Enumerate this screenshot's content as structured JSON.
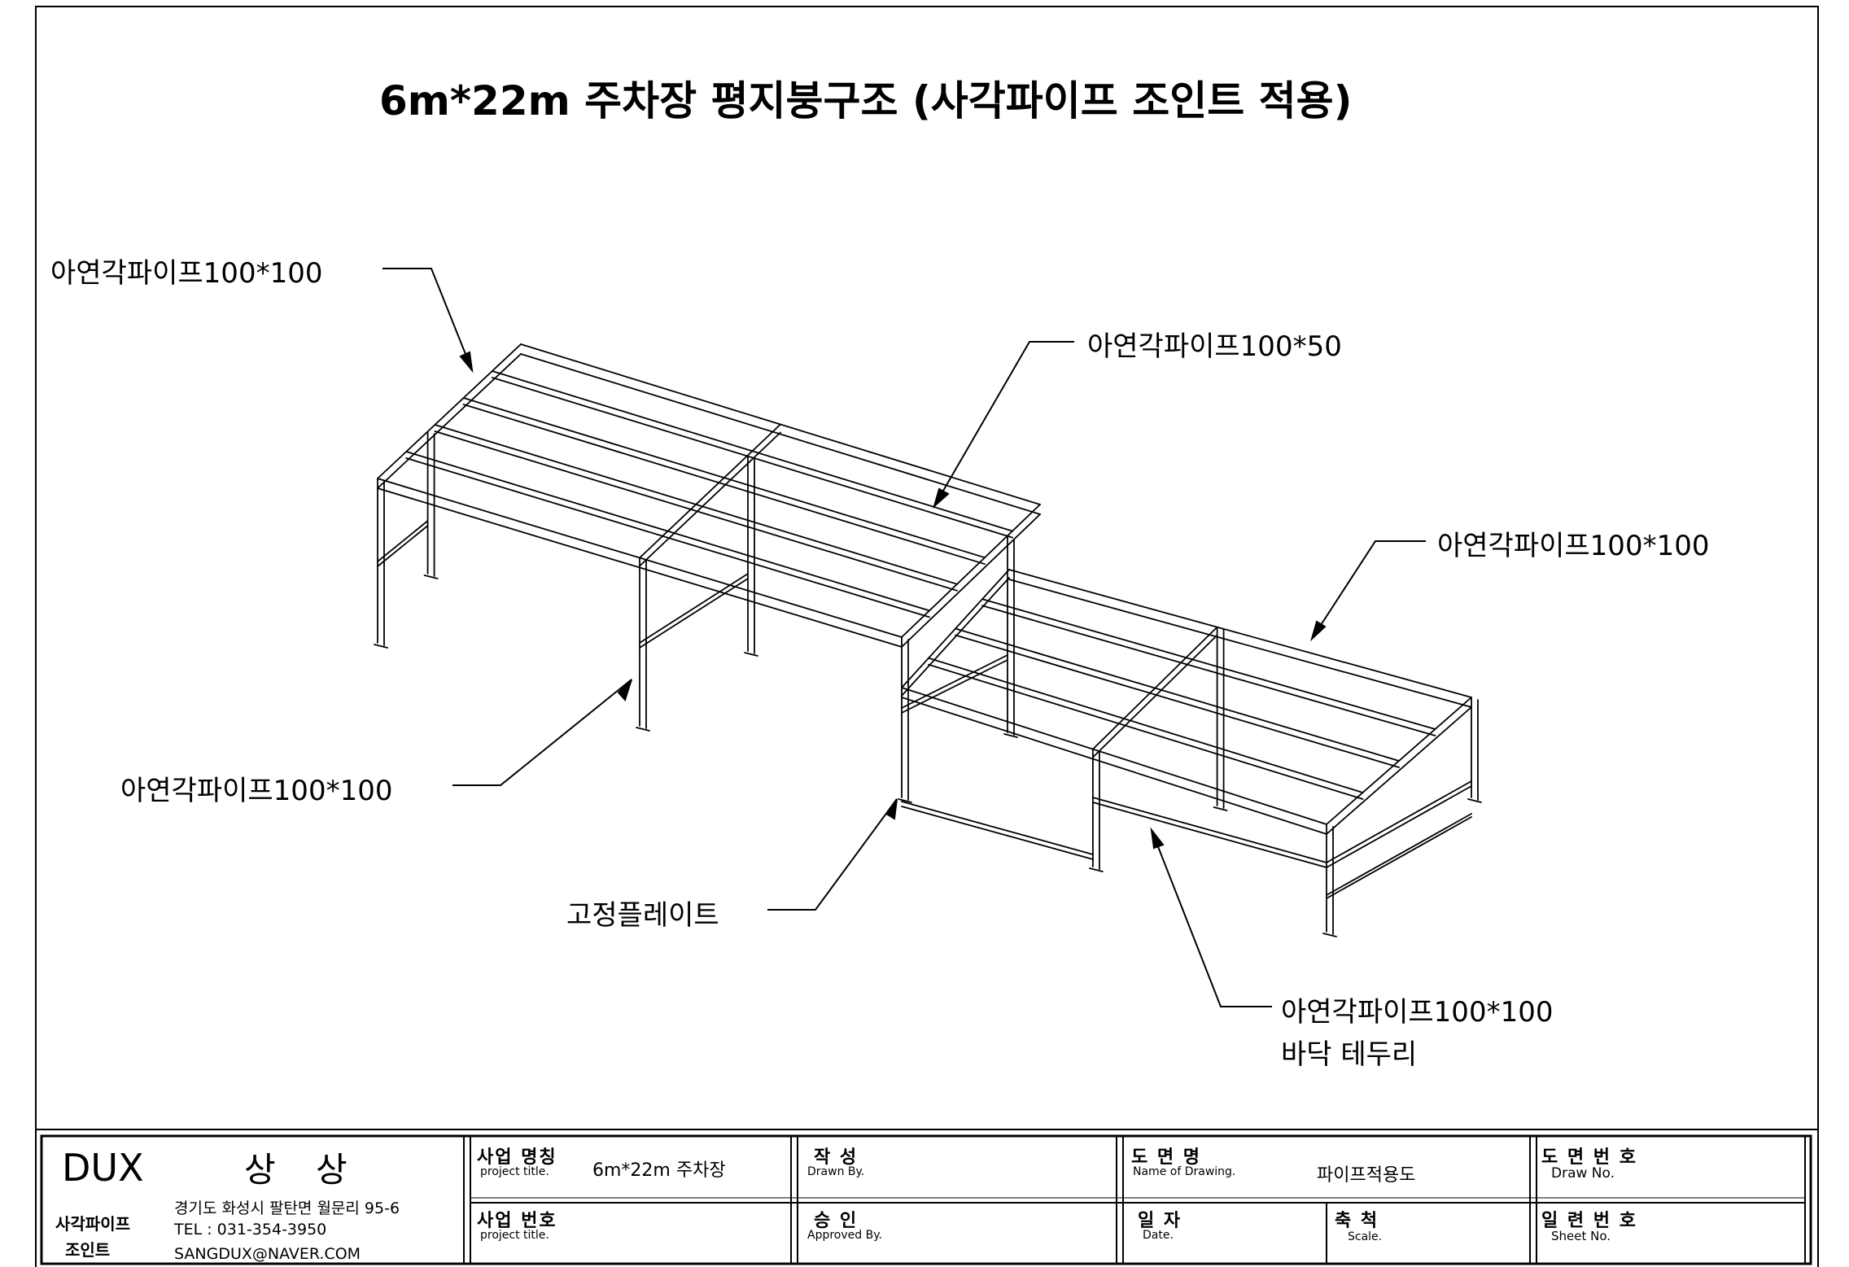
{
  "drawing": {
    "title": "6m*22m 주차장 평지붕구조 (사각파이프 조인트 적용)",
    "callouts": {
      "top_left": "아연각파이프100*100",
      "top_mid": "아연각파이프100*50",
      "right": "아연각파이프100*100",
      "left_post": "아연각파이프100*100",
      "plate": "고정플레이트",
      "floor_line1": "아연각파이프100*100",
      "floor_line2": "바닥 테두리"
    }
  },
  "title_block": {
    "brand": "DUX",
    "brand_korean": "상 상",
    "company_sub1": "사각파이프",
    "company_sub2": "조인트",
    "address": "경기도 화성시 팔탄면 월문리 95-6",
    "tel": "TEL : 031-354-3950",
    "email": "SANGDUX@NAVER.COM",
    "project_name_label": "사업 명칭",
    "project_name_sub": "project title.",
    "project_name_value": "6m*22m 주차장",
    "project_no_label": "사업 번호",
    "project_no_sub": "project title.",
    "drawn_label": "작  성",
    "drawn_sub": "Drawn By.",
    "approved_label": "승  인",
    "approved_sub": "Approved By.",
    "drawing_name_label": "도 면 명",
    "drawing_name_sub": "Name of Drawing.",
    "drawing_name_value": "파이프적용도",
    "date_label": "일  자",
    "date_sub": "Date.",
    "scale_label": "축  척",
    "scale_sub": "Scale.",
    "draw_no_label": "도 면 번 호",
    "draw_no_sub": "Draw No.",
    "sheet_no_label": "일 련 번 호",
    "sheet_no_sub": "Sheet No."
  }
}
